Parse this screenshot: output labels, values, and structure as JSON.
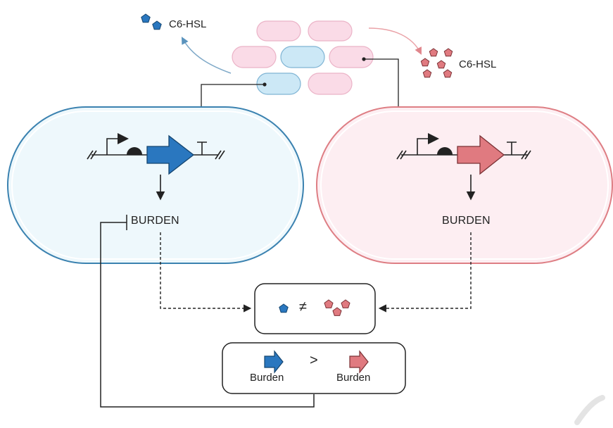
{
  "signals": {
    "blue_label": "C6-HSL",
    "pink_label": "C6-HSL"
  },
  "blue_cell": {
    "output_label": "BURDEN"
  },
  "pink_cell": {
    "output_label": "BURDEN"
  },
  "comparison_box": {
    "operator": "≠"
  },
  "burden_box": {
    "operator": ">",
    "left_label": "Burden",
    "right_label": "Burden"
  },
  "colors": {
    "blue": "#2a77bf",
    "blue_fill": "#eef8fc",
    "blue_stroke": "#3b82b0",
    "pink": "#e07a80",
    "pink_fill": "#fdeef2",
    "pink_stroke": "#de7e84",
    "pink_pellet": "#fadbe7",
    "blue_pellet": "#cce8f6",
    "line": "#222222"
  },
  "icons": [
    "blue-pentagon-icon",
    "pink-pentagon-icon",
    "promoter-icon",
    "rbs-icon",
    "gene-arrow-icon",
    "terminator-icon",
    "inhibition-bar-icon"
  ]
}
